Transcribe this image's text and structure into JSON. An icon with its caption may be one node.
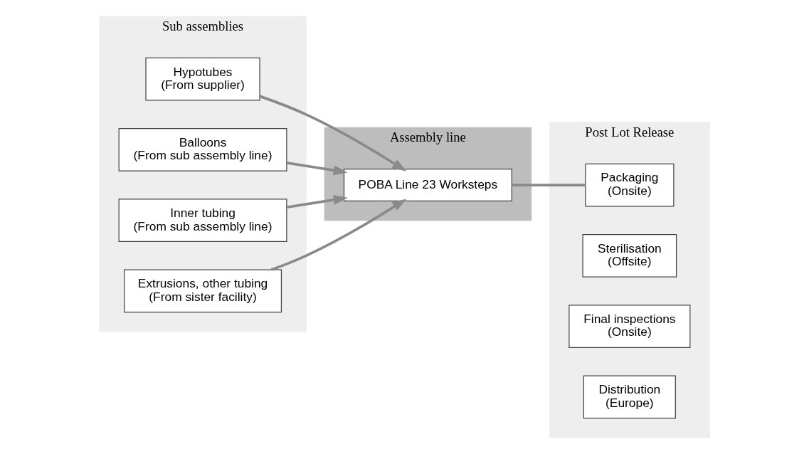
{
  "diagram": {
    "nodes": [
      {
        "text": [
          "Sub assemblies"
        ]
      },
      {
        "text": [
          "Hypotubes (From supplier)"
        ],
        "in": 0
      },
      {
        "text": [
          "Balloons (From sub assembly line)"
        ],
        "in": 0
      },
      {
        "text": [
          "Inner tubing (From sub assembly line)"
        ],
        "in": 0
      },
      {
        "text": [
          "Extrusions, other tubing (From sister facility)"
        ],
        "in": 0
      },
      {
        "text": [
          "Assembly line"
        ]
      },
      {
        "text": [
          "POBA Line 23 Worksteps"
        ],
        "in": 5
      },
      {
        "text": [
          "Post Lot Release"
        ]
      },
      {
        "text": [
          "Packaging (Onsite)"
        ],
        "in": 7
      },
      {
        "text": [
          "Sterilisation (Offsite)"
        ],
        "in": 7
      },
      {
        "text": [
          "Final inspections (Onsite)"
        ],
        "in": 7
      },
      {
        "text": [
          "Distribution (Europe)"
        ],
        "in": 7
      }
    ],
    "edges": [
      {
        "from": 1,
        "to": 6,
        "arrow": "to"
      },
      {
        "from": 2,
        "to": 6,
        "arrow": "to"
      },
      {
        "from": 3,
        "to": 6,
        "arrow": "to"
      },
      {
        "from": 4,
        "to": 6,
        "arrow": "to"
      },
      {
        "from": 6,
        "to": 8,
        "arrow": "none"
      }
    ]
  }
}
